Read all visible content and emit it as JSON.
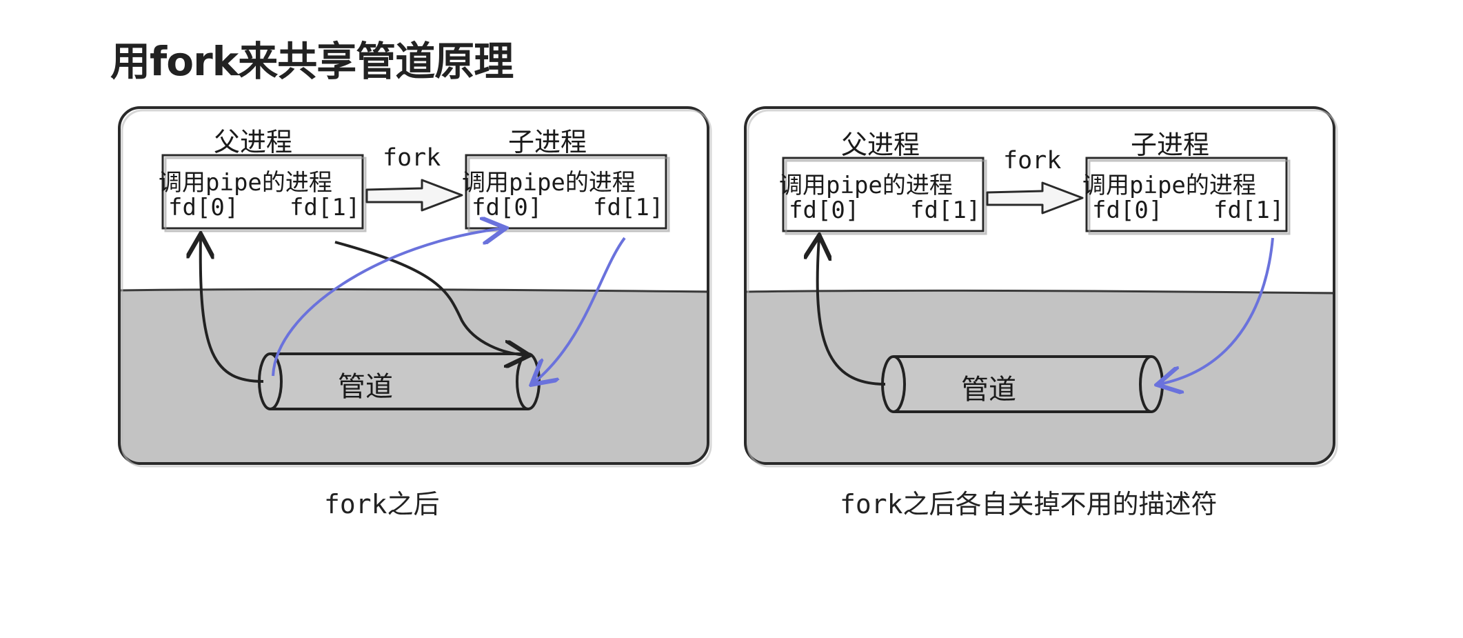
{
  "title": "用fork来共享管道原理",
  "diagrams": [
    {
      "parent_label": "父进程",
      "child_label": "子进程",
      "fork_label": "fork",
      "parent_box": {
        "line1": "调用pipe的进程",
        "fd0": "fd[0]",
        "fd1": "fd[1]"
      },
      "child_box": {
        "line1": "调用pipe的进程",
        "fd0": "fd[0]",
        "fd1": "fd[1]"
      },
      "pipe_label": "管道",
      "caption": "fork之后"
    },
    {
      "parent_label": "父进程",
      "child_label": "子进程",
      "fork_label": "fork",
      "parent_box": {
        "line1": "调用pipe的进程",
        "fd0": "fd[0]",
        "fd1": "fd[1]"
      },
      "child_box": {
        "line1": "调用pipe的进程",
        "fd0": "fd[0]",
        "fd1": "fd[1]"
      },
      "pipe_label": "管道",
      "caption": "fork之后各自关掉不用的描述符"
    }
  ],
  "colors": {
    "kernel_area": "#c3c3c3",
    "outline": "#2a2a2a",
    "blue_arrow": "#6a72dc",
    "black_arrow": "#222222"
  }
}
